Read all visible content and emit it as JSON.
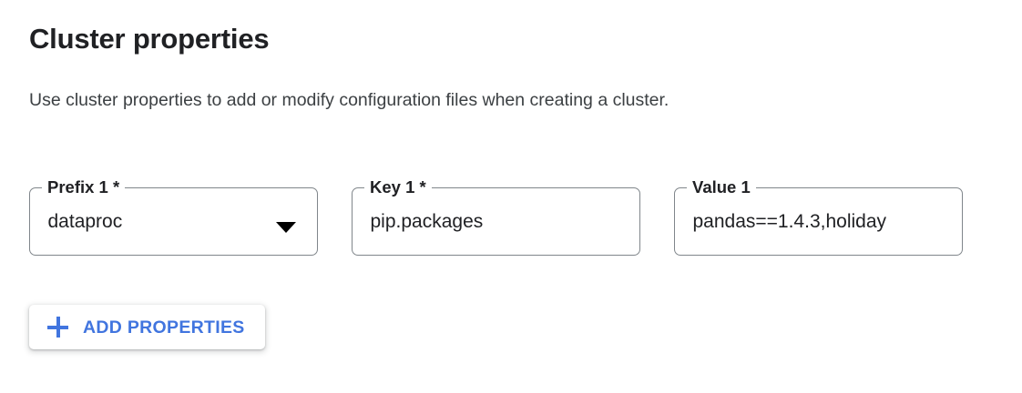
{
  "section": {
    "title": "Cluster properties",
    "description": "Use cluster properties to add or modify configuration files when creating a cluster."
  },
  "colors": {
    "accent_blue": "#4175df",
    "text_primary": "#202124",
    "text_secondary": "#3c4043",
    "field_border": "#80868b",
    "background": "#ffffff"
  },
  "form": {
    "fields": [
      {
        "label": "Prefix 1 *",
        "value": "dataproc",
        "type": "select",
        "required": true,
        "has_dropdown": true,
        "dropdown_icon": "chevron-down-icon"
      },
      {
        "label": "Key 1 *",
        "value": "pip.packages",
        "type": "text",
        "required": true,
        "has_dropdown": false,
        "dropdown_icon": ""
      },
      {
        "label": "Value 1",
        "value": "pandas==1.4.3,holiday",
        "type": "text",
        "required": false,
        "has_dropdown": false,
        "dropdown_icon": ""
      }
    ]
  },
  "actions": {
    "add_properties": {
      "label": "ADD PROPERTIES",
      "icon": "plus-icon"
    }
  }
}
